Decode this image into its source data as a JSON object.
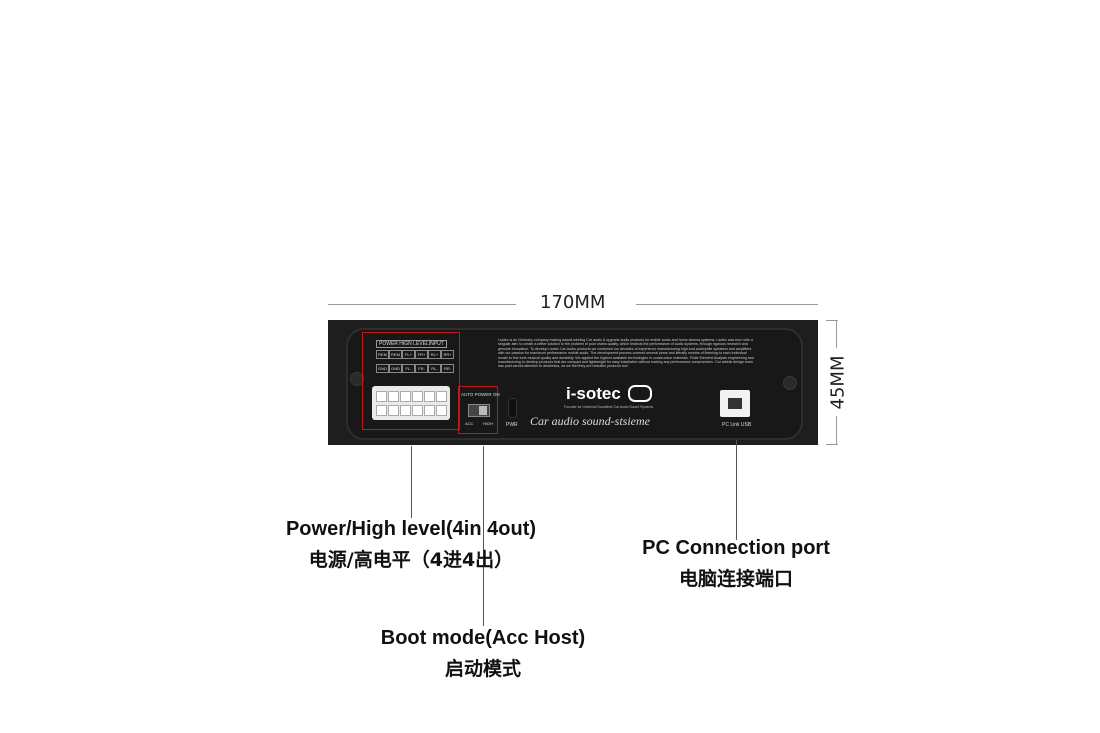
{
  "dimensions": {
    "width_label": "170MM",
    "height_label": "45MM"
  },
  "panel": {
    "input_header": "POWER HIGN LEVELINPUT",
    "pin_labels_top": [
      "REM",
      "REM",
      "FL+",
      "FR+",
      "RL+",
      "RR+"
    ],
    "pin_labels_bottom": [
      "GND",
      "GND",
      "FL-",
      "FR-",
      "RL-",
      "RR-"
    ],
    "auto_power_label": "AUTO POWER ON",
    "acc_label": "ACC",
    "high_label": "HIGH",
    "pwr_label": "PWR",
    "description": "i-sotec is an Germany company making award-winning Car audio & upgrade audio products for mobile audio and home cinema systems. i-sotec was born with a singular aim: to create a better solution to the problem of poor mains quality, which restricts the performance of audio systems, through rigorous research and genuine innovation. To develop i-sotec Car Audio products we combined our decades of experience manufacturing high-end audiophile speakers and amplifiers with our passion for maximum performance mobile audio. The development process covered several years and literally months of listening to each individual model to fine tune musical quality and durability. We applied the highest available technologies in construction materials. Finite Element Analysis engineering and manufacturing to develop products that are compact and lightweight for easy installation without making any performance compromises. Our artistic design team has paid careful attention to aesthetics, as we feel they are beautiful products too!",
    "brand": "i-sotec",
    "brand_tagline": "Founder for Universal Soundline Car Audio Sound Systems",
    "slogan": "Car audio sound-stsieme",
    "usb_label": "PC Link USB"
  },
  "callouts": {
    "power": {
      "en": "Power/High level(4in  4out)",
      "cn": "电源/高电平（4进4出）"
    },
    "pc": {
      "en": "PC Connection port",
      "cn": "电脑连接端口"
    },
    "boot": {
      "en": "Boot mode(Acc  Host)",
      "cn": "启动模式"
    }
  }
}
